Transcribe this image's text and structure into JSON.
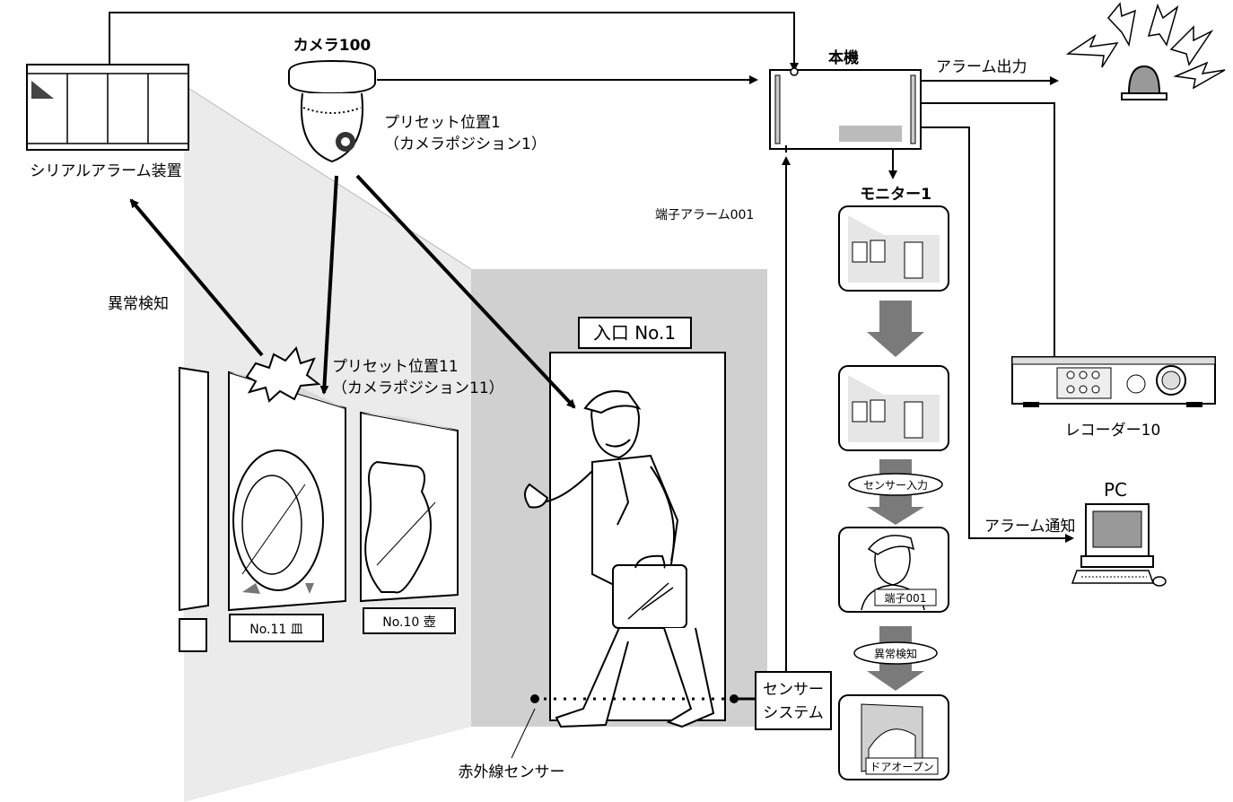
{
  "labels": {
    "camera": "カメラ100",
    "main_unit": "本機",
    "alarm_output": "アラーム出力",
    "serial_alarm_device": "シリアルアラーム装置",
    "preset1_line1": "プリセット位置1",
    "preset1_line2": "（カメラポジション1）",
    "terminal_alarm": "端子アラーム001",
    "monitor1": "モニター1",
    "abnormal_detect": "異常検知",
    "entrance": "入口 No.1",
    "preset11_line1": "プリセット位置11",
    "preset11_line2": "（カメラポジション11）",
    "recorder": "レコーダー10",
    "pc": "PC",
    "sensor_input": "センサー入力",
    "alarm_notify": "アラーム通知",
    "terminal001": "端子001",
    "abnormal_detect_small": "異常検知",
    "door_open": "ドアオープン",
    "sensor_system_line1": "センサー",
    "sensor_system_line2": "システム",
    "infrared_sensor": "赤外線センサー",
    "plate11": "No.11 皿",
    "plate10": "No.10 壺"
  }
}
